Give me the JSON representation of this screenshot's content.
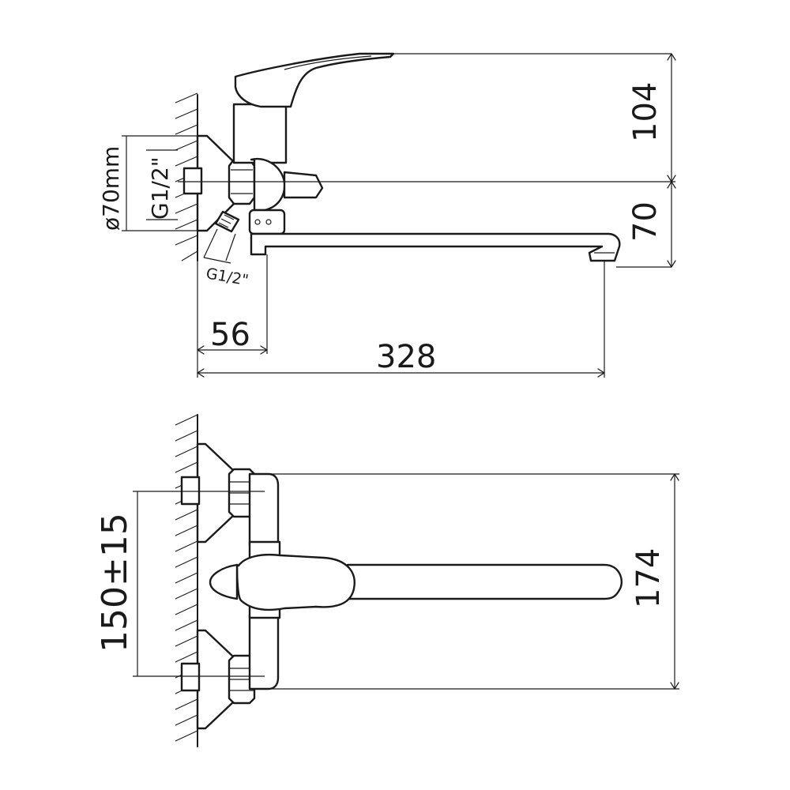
{
  "side_view": {
    "dim_height_top": "104",
    "dim_height_bottom": "70",
    "dim_flange_diameter": "ø70mm",
    "dim_thread_inlet": "G1/2\"",
    "dim_thread_hose": "G1/2\"",
    "dim_offset": "56",
    "dim_reach": "328"
  },
  "top_view": {
    "dim_inlet_spacing": "150±15",
    "dim_body_width": "174"
  }
}
